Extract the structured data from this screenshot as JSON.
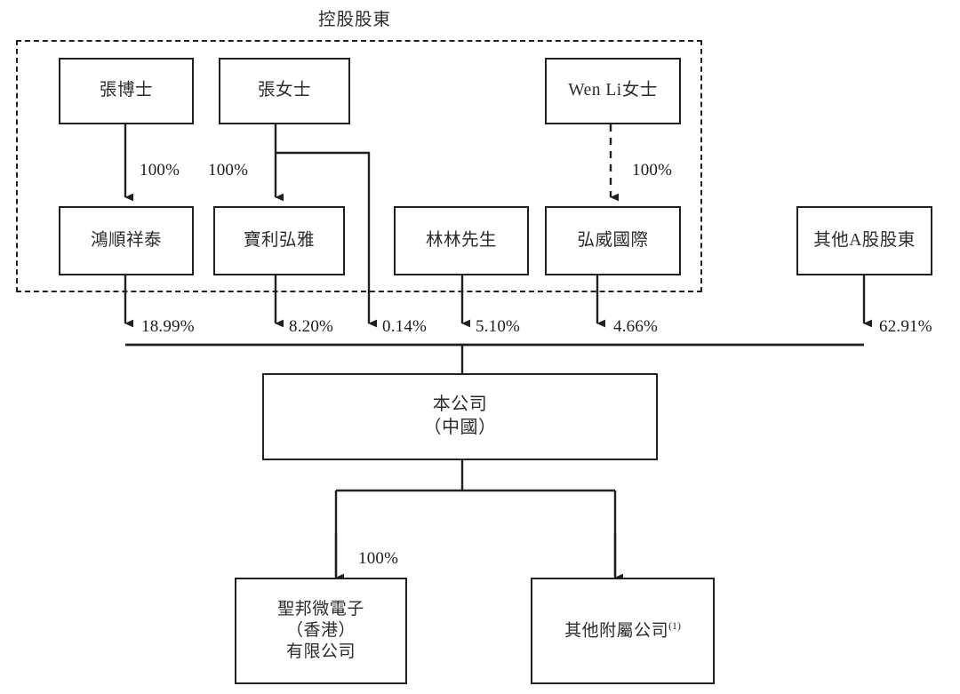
{
  "diagram": {
    "title": "控股股東",
    "type": "organizational-shareholding-chart",
    "group_frame_label": "控股股東",
    "colors": {
      "line": "#231f20",
      "box_border": "#231f20",
      "text": "#2b2b2b",
      "background": "#ffffff"
    },
    "nodes": {
      "zhang_dr": {
        "label": "張博士"
      },
      "zhang_ms": {
        "label": "張女士"
      },
      "wen_li_ms": {
        "label": "Wen Li女士"
      },
      "hongshun": {
        "label": "鴻順祥泰"
      },
      "baoli": {
        "label": "寶利弘雅"
      },
      "lin_lin": {
        "label": "林林先生"
      },
      "hongwei": {
        "label": "弘威國際"
      },
      "other_a_shares": {
        "label": "其他A股股東"
      },
      "company": {
        "label": "本公司\n（中國）"
      },
      "hk_sub": {
        "label": "聖邦微電子\n（香港）\n有限公司"
      },
      "other_subs": {
        "label": "其他附屬公司",
        "superscript": "(1)"
      }
    },
    "edges": [
      {
        "from": "zhang_dr",
        "to": "hongshun",
        "label": "100%",
        "style": "solid"
      },
      {
        "from": "zhang_ms",
        "to": "baoli",
        "label": "100%",
        "style": "solid"
      },
      {
        "from": "wen_li_ms",
        "to": "hongwei",
        "label": "100%",
        "style": "dashed"
      },
      {
        "from": "hongshun",
        "to": "company",
        "label": "18.99%",
        "style": "solid"
      },
      {
        "from": "baoli",
        "to": "company",
        "label": "8.20%",
        "style": "solid"
      },
      {
        "from": "zhang_ms",
        "to": "company",
        "label": "0.14%",
        "style": "solid"
      },
      {
        "from": "lin_lin",
        "to": "company",
        "label": "5.10%",
        "style": "solid"
      },
      {
        "from": "hongwei",
        "to": "company",
        "label": "4.66%",
        "style": "solid"
      },
      {
        "from": "other_a_shares",
        "to": "company",
        "label": "62.91%",
        "style": "solid"
      },
      {
        "from": "company",
        "to": "hk_sub",
        "label": "100%",
        "style": "solid"
      },
      {
        "from": "company",
        "to": "other_subs",
        "label": "",
        "style": "solid"
      }
    ],
    "edge_labels": {
      "zhang_dr_to_hongshun": "100%",
      "zhang_ms_to_baoli": "100%",
      "wenli_to_hongwei": "100%",
      "hongshun_pct": "18.99%",
      "baoli_pct": "8.20%",
      "zhangms_pct": "0.14%",
      "linlin_pct": "5.10%",
      "hongwei_pct": "4.66%",
      "other_a_pct": "62.91%",
      "company_to_hk": "100%"
    }
  }
}
